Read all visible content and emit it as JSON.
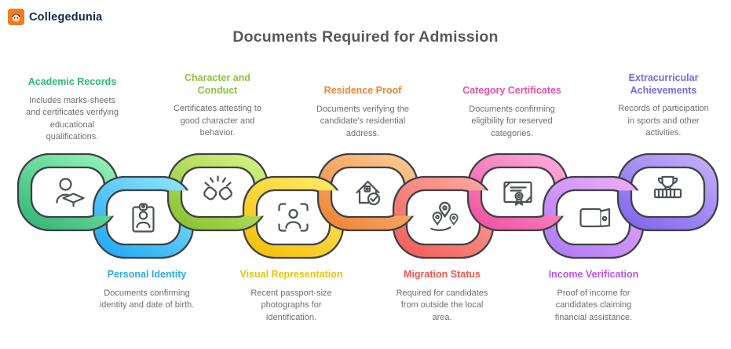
{
  "brand": {
    "name": "Collegedunia",
    "logo_bg": "#f47b20"
  },
  "title": "Documents Required for Admission",
  "chain": {
    "outline_color": "#3e4145",
    "icon_color": "#4d5156",
    "links": [
      {
        "title": "Academic Records",
        "desc": "Includes marks-sheets\nand certificates verifying\neducational\nqualifications.",
        "label_color": "#2eb873",
        "row": "top",
        "icon": "person-graduate-icon",
        "gradient": [
          "#2db173",
          "#8ff0b5"
        ]
      },
      {
        "title": "Personal Identity",
        "desc": "Documents confirming\nidentity and date of birth.",
        "label_color": "#2aabe3",
        "row": "bottom",
        "icon": "id-card-icon",
        "gradient": [
          "#18a5f2",
          "#8ae0ff"
        ]
      },
      {
        "title": "Character and\nConduct",
        "desc": "Certificates attesting to\ngood character and\nbehavior.",
        "label_color": "#8ac43c",
        "row": "top",
        "icon": "fist-bump-icon",
        "gradient": [
          "#83bd2b",
          "#d2f07e"
        ]
      },
      {
        "title": "Visual Representation",
        "desc": "Recent passport-size\nphotographs for\nidentification.",
        "label_color": "#e6c40e",
        "row": "bottom",
        "icon": "photo-frame-icon",
        "gradient": [
          "#f4bd00",
          "#ffe863"
        ]
      },
      {
        "title": "Residence Proof",
        "desc": "Documents verifying the\ncandidate's residential\naddress.",
        "label_color": "#ee8432",
        "row": "top",
        "icon": "house-check-icon",
        "gradient": [
          "#ed7f2e",
          "#fdc68d"
        ]
      },
      {
        "title": "Migration Status",
        "desc": "Required for candidates\nfrom outside the local\narea.",
        "label_color": "#f0544c",
        "row": "bottom",
        "icon": "map-pins-icon",
        "gradient": [
          "#ef5a53",
          "#fda49d"
        ]
      },
      {
        "title": "Category Certificates",
        "desc": "Documents confirming\neligibility for reserved\ncategories.",
        "label_color": "#ed4fa1",
        "row": "top",
        "icon": "certificate-icon",
        "gradient": [
          "#ee4b9c",
          "#fda6d6"
        ]
      },
      {
        "title": "Income Verification",
        "desc": "Proof of income for\ncandidates claiming\nfinancial assistance.",
        "label_color": "#b954ef",
        "row": "bottom",
        "icon": "wallet-icon",
        "gradient": [
          "#aa78f3",
          "#eaaaf9"
        ]
      },
      {
        "title": "Extracurricular\nAchievements",
        "desc": "Records of participation\nin sports and other\nactivities.",
        "label_color": "#7668ee",
        "row": "top",
        "icon": "trophy-podium-icon",
        "gradient": [
          "#7a61eb",
          "#c0abf9"
        ]
      }
    ]
  }
}
